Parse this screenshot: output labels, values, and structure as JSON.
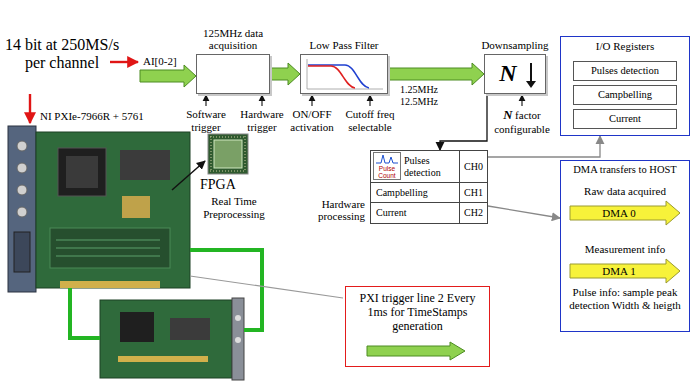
{
  "diagram": {
    "nodes": [
      {
        "text": [
          "125MHz data acquisition"
        ]
      },
      {
        "text": [
          "Low Pass Filter"
        ]
      },
      {
        "text": [
          "Downsampling",
          "N"
        ]
      },
      {
        "text": [
          "Hardware processing"
        ]
      },
      {
        "text": [
          "Pulses detection",
          "CH0"
        ],
        "in": 3
      },
      {
        "text": [
          "Campbelling",
          "CH1"
        ],
        "in": 3
      },
      {
        "text": [
          "Current",
          "CH2"
        ],
        "in": 3
      },
      {
        "text": [
          "I/O Registers"
        ]
      },
      {
        "text": [
          "Pulses detection"
        ],
        "in": 7
      },
      {
        "text": [
          "Campbelling"
        ],
        "in": 7
      },
      {
        "text": [
          "Current"
        ],
        "in": 7
      },
      {
        "text": [
          "DMA transfers to HOST"
        ]
      },
      {
        "text": [
          "Raw data acquired",
          "DMA 0"
        ],
        "in": 11
      },
      {
        "text": [
          "Measurement info",
          "DMA 1",
          "Pulse info: sample peak detection Width & heigth"
        ],
        "in": 11
      },
      {
        "text": [
          "PXI trigger line 2 Every 1ms for TimeStamps generation"
        ]
      }
    ],
    "edges": [
      {
        "from": 0,
        "to": 1,
        "arrow": "to"
      },
      {
        "from": 1,
        "to": 2,
        "arrow": "to"
      },
      {
        "from": 2,
        "to": 3,
        "arrow": "to"
      },
      {
        "from": 3,
        "to": 7,
        "arrow": "to"
      },
      {
        "from": 3,
        "to": 11,
        "arrow": "to"
      }
    ],
    "labels": [
      "14 bit at 250MS/s per channel",
      "AI[0-2]",
      "Software trigger",
      "Hardware trigger",
      "ON/OFF activation",
      "Cutoff freq selectable",
      "1.25MHz",
      "12.5MHz",
      "N factor configurable",
      "NI PXIe-7966R + 5761",
      "FPGA",
      "Real Time Preprocessing",
      "Pulse Count"
    ]
  }
}
